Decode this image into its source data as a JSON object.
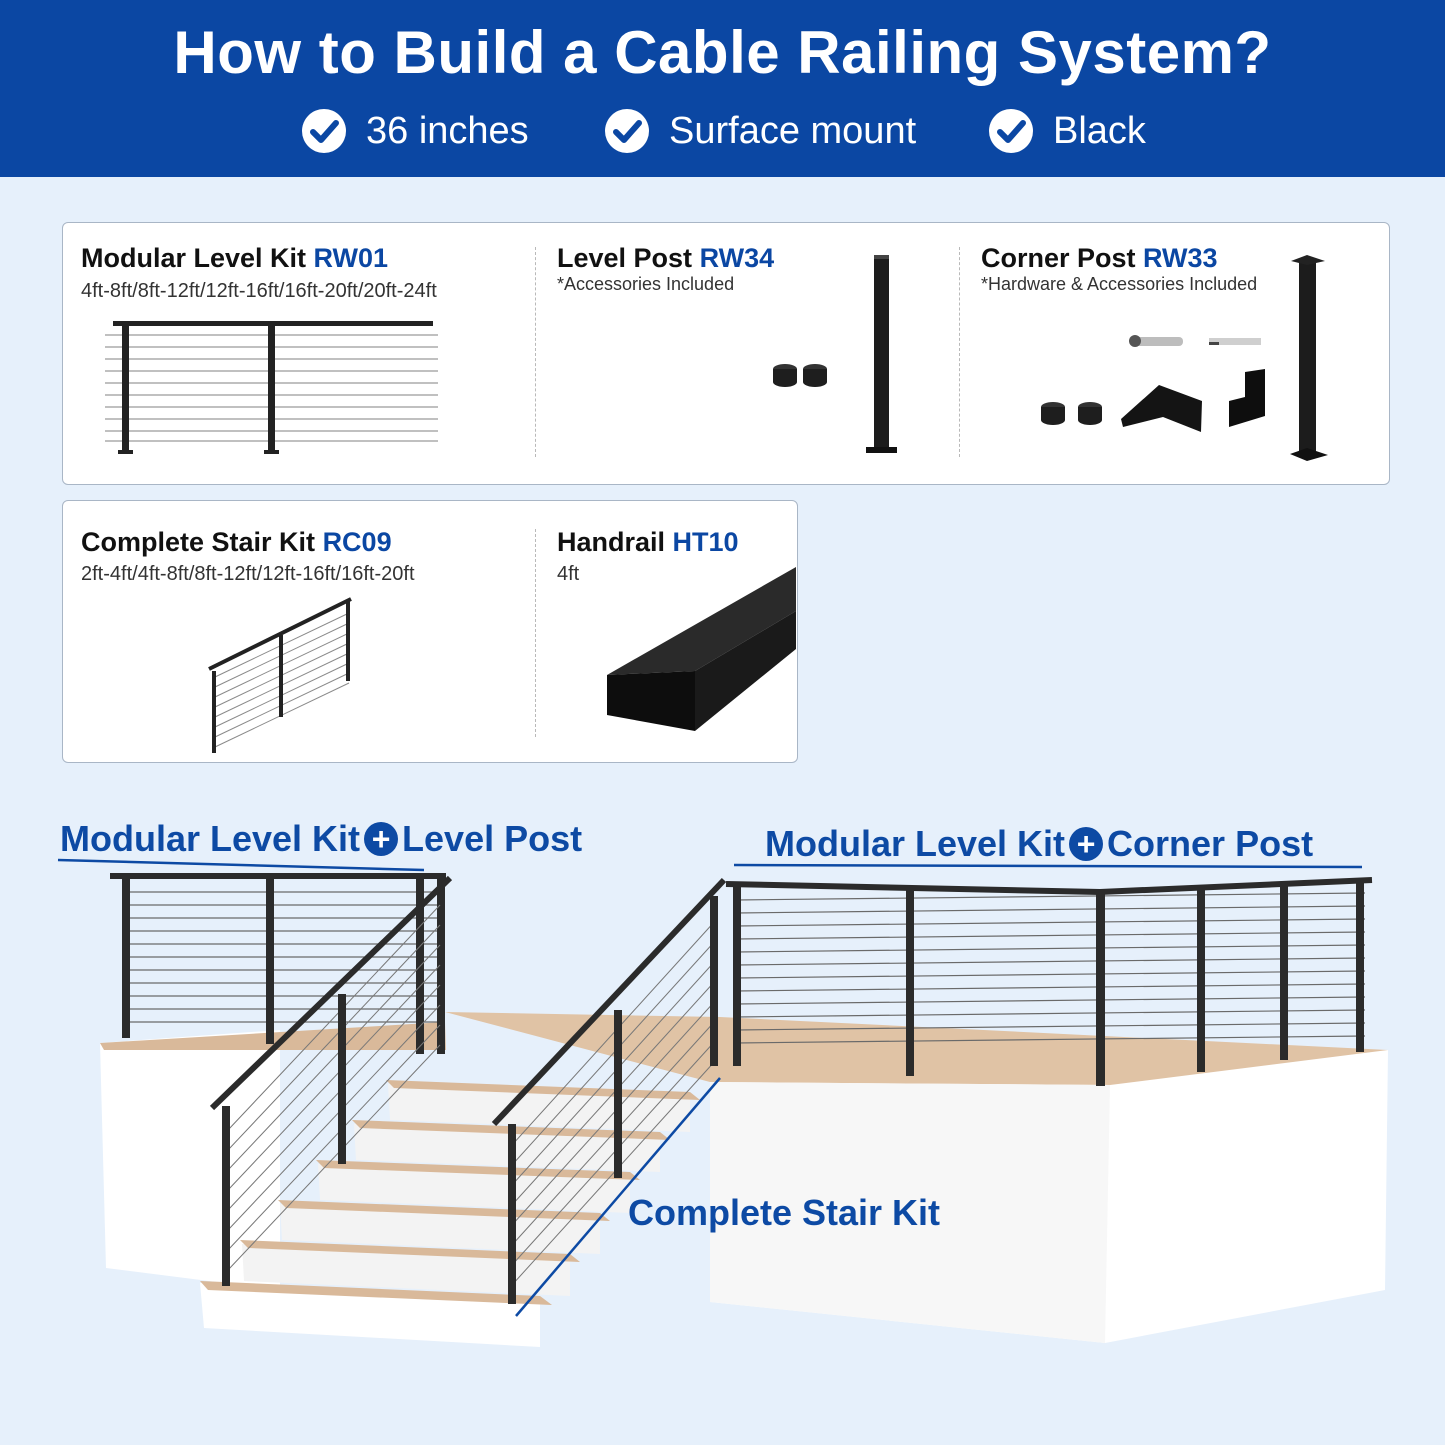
{
  "header": {
    "title": "How to Build a Cable Railing System?",
    "features": [
      "36 inches",
      "Surface mount",
      "Black"
    ]
  },
  "products": {
    "modular_level_kit": {
      "name": "Modular Level Kit",
      "code": "RW01",
      "sizes": "4ft-8ft/8ft-12ft/12ft-16ft/16ft-20ft/20ft-24ft"
    },
    "level_post": {
      "name": "Level Post",
      "code": "RW34",
      "note": "*Accessories Included"
    },
    "corner_post": {
      "name": "Corner Post",
      "code": "RW33",
      "note": "*Hardware & Accessories Included"
    },
    "stair_kit": {
      "name": "Complete Stair Kit",
      "code": "RC09",
      "sizes": "2ft-4ft/4ft-8ft/8ft-12ft/12ft-16ft/16ft-20ft"
    },
    "handrail": {
      "name": "Handrail",
      "code": "HT10",
      "length": "4ft"
    }
  },
  "callouts": {
    "left_a": "Modular Level Kit",
    "left_b": "Level Post",
    "right_a": "Modular Level Kit",
    "right_b": "Corner Post",
    "stair": "Complete Stair Kit",
    "plus_symbol": "+"
  },
  "colors": {
    "header_bg": "#0b47a3",
    "accent": "#0d4aa4",
    "page_bg": "#e6f0fb",
    "rail": "#2b2b2b"
  }
}
